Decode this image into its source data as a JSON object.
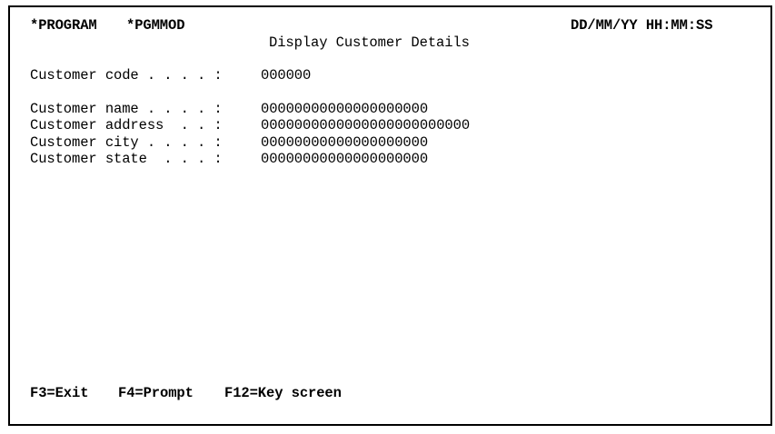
{
  "header": {
    "program": "*PROGRAM",
    "module": "*PGMMOD",
    "datetime": "DD/MM/YY HH:MM:SS",
    "title": "Display Customer Details"
  },
  "fields": [
    {
      "label": "Customer code . . . . :",
      "value": "000000"
    },
    {
      "label": "Customer name . . . . :",
      "value": "00000000000000000000"
    },
    {
      "label": "Customer address  . . :",
      "value": "0000000000000000000000000"
    },
    {
      "label": "Customer city . . . . :",
      "value": "00000000000000000000"
    },
    {
      "label": "Customer state  . . . :",
      "value": "00000000000000000000"
    }
  ],
  "function_keys": [
    {
      "key": "F3",
      "label": "F3=Exit"
    },
    {
      "key": "F4",
      "label": "F4=Prompt"
    },
    {
      "key": "F12",
      "label": "F12=Key screen"
    }
  ]
}
